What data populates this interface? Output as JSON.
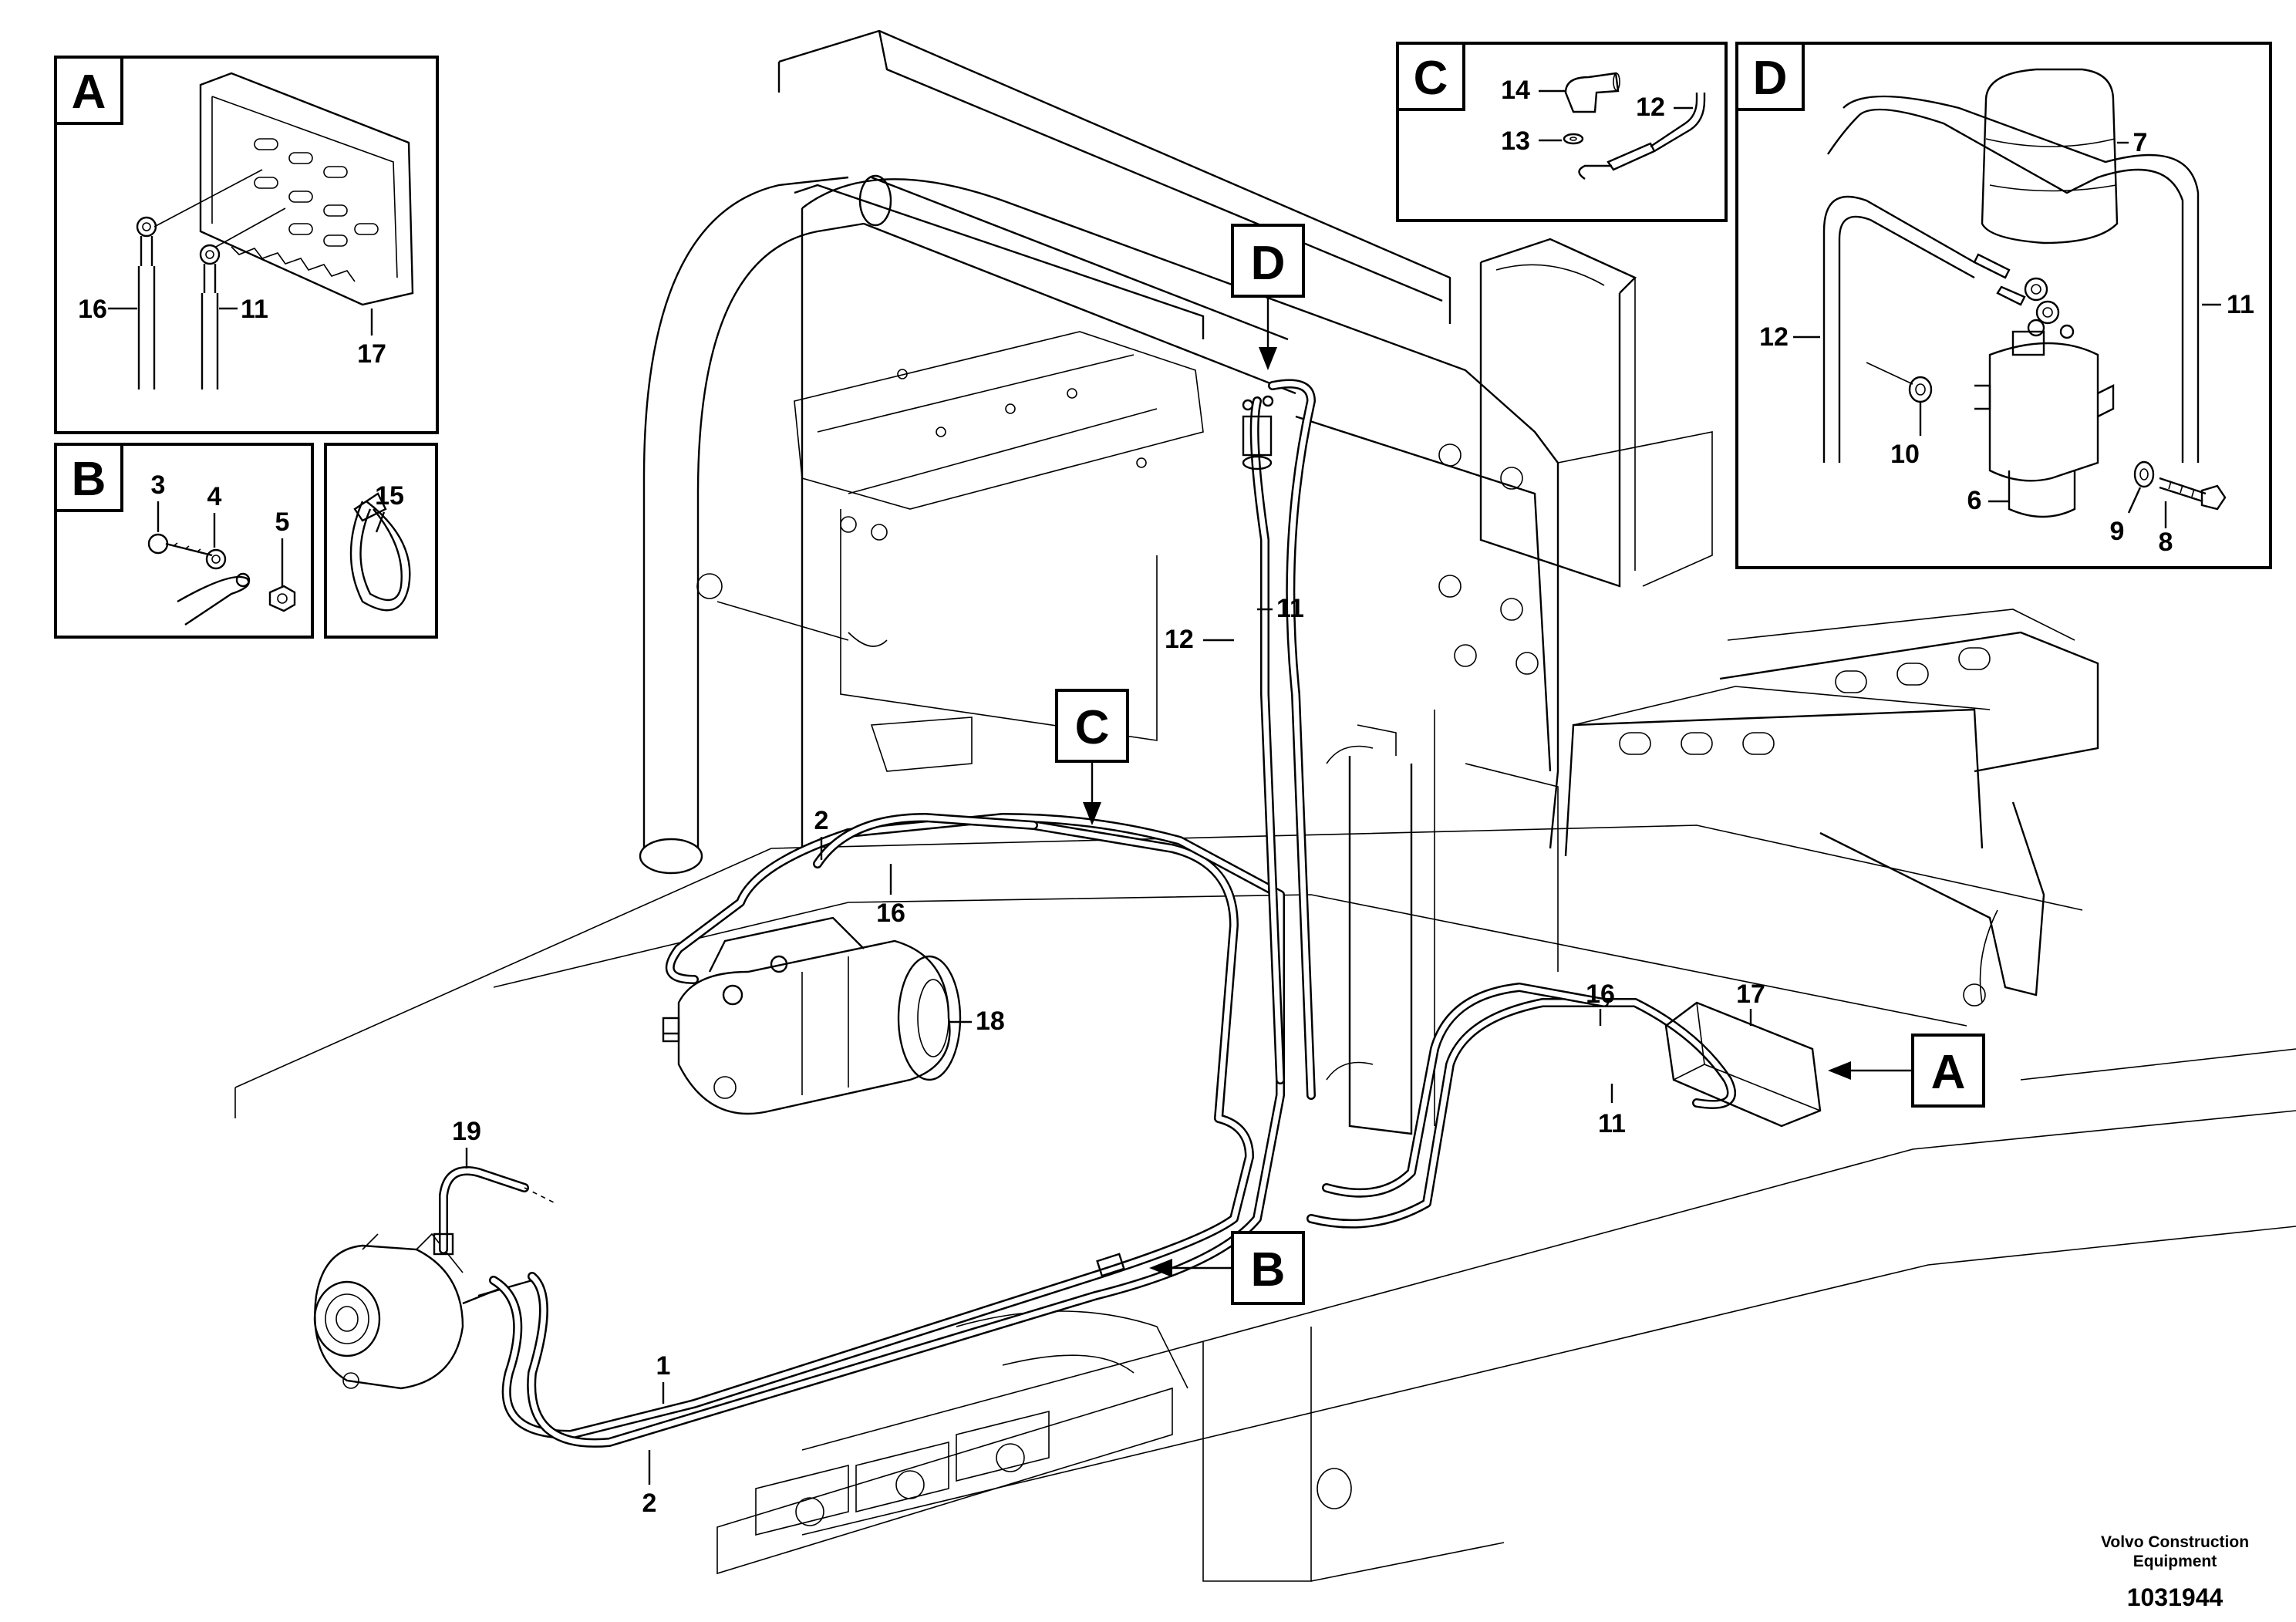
{
  "detail_tags": {
    "a": "A",
    "b": "B",
    "c": "C",
    "d": "D"
  },
  "part_numbers": {
    "p1": "1",
    "p2": "2",
    "p3": "3",
    "p4": "4",
    "p5": "5",
    "p6": "6",
    "p7": "7",
    "p8": "8",
    "p9": "9",
    "p10": "10",
    "p11": "11",
    "p12": "12",
    "p13": "13",
    "p14": "14",
    "p15": "15",
    "p16": "16",
    "p17": "17",
    "p18": "18",
    "p19": "19"
  },
  "footer": {
    "brand_line1": "Volvo Construction",
    "brand_line2": "Equipment",
    "drawing_number": "1031944"
  }
}
